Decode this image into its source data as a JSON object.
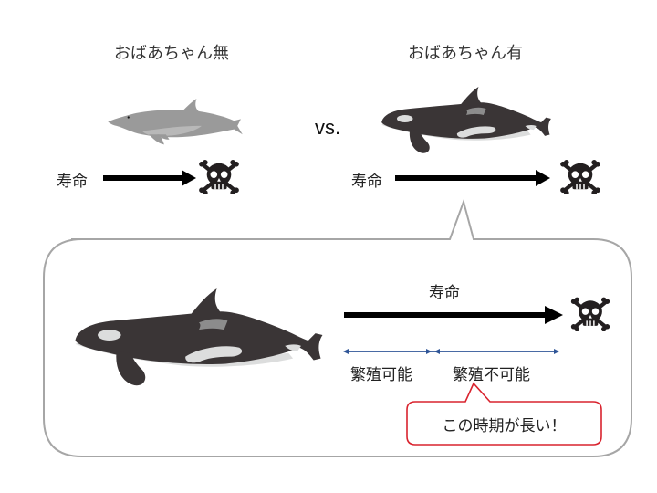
{
  "left_panel": {
    "title": "おばあちゃん無",
    "animal": "dolphin-icon",
    "lifespan_label": "寿命",
    "end_icon": "skull-crossbones-icon"
  },
  "vs_label": "vs.",
  "right_panel": {
    "title": "おばあちゃん有",
    "animal": "orca-icon",
    "lifespan_label": "寿命",
    "end_icon": "skull-crossbones-icon"
  },
  "detail_bubble": {
    "animal": "orca-icon",
    "lifespan_label": "寿命",
    "end_icon": "skull-crossbones-icon",
    "segments": [
      {
        "label": "繁殖可能"
      },
      {
        "label": "繁殖不可能"
      }
    ],
    "callout": {
      "text": "この時期が長い！",
      "border_color": "#d9232e"
    }
  },
  "colors": {
    "bubble_border": "#a6a6a6",
    "arrow": "#000000",
    "segment_arrow": "#2f5597",
    "callout_border": "#d9232e",
    "orca_body": "#3a3536",
    "orca_patch": "#dcdddd",
    "dolphin_body": "#9a9a9a"
  }
}
